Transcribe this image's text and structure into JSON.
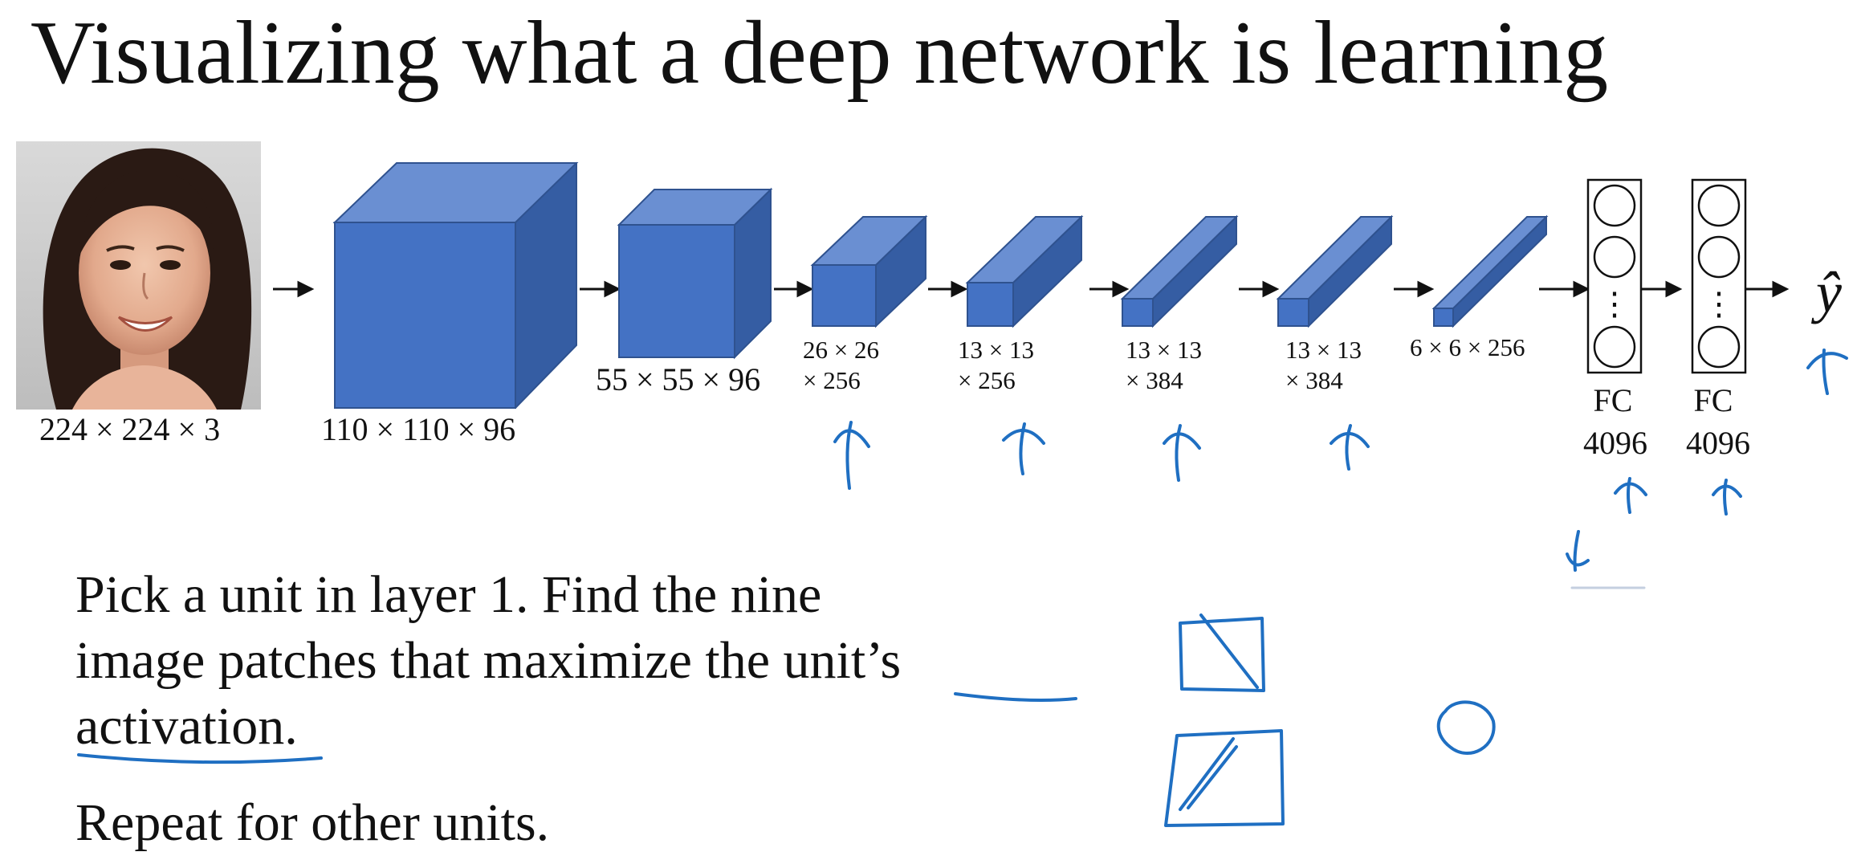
{
  "title": "Visualizing what a deep network is learning",
  "input": {
    "dims": "224 × 224 × 3"
  },
  "layers": [
    {
      "dims_line1": "110 × 110 × 96",
      "dims_line2": ""
    },
    {
      "dims_line1": "55 × 55 × 96",
      "dims_line2": ""
    },
    {
      "dims_line1": "26 × 26",
      "dims_line2": "× 256"
    },
    {
      "dims_line1": "13 × 13",
      "dims_line2": "× 256"
    },
    {
      "dims_line1": "13 × 13",
      "dims_line2": "× 384"
    },
    {
      "dims_line1": "13 × 13",
      "dims_line2": "× 384"
    },
    {
      "dims_line1": "6 × 6 × 256",
      "dims_line2": ""
    }
  ],
  "fc_layers": [
    {
      "label": "FC",
      "size": "4096"
    },
    {
      "label": "FC",
      "size": "4096"
    }
  ],
  "output": {
    "label": "ŷ"
  },
  "fc_dots": "⋮",
  "body": {
    "line1": "Pick a unit in layer 1. Find the nine",
    "line2_pre": "image patches that maximize the ",
    "line2_underlined": "unit’s",
    "line3_underlined": "activation",
    "line3_post": ".",
    "line4": "Repeat for other units."
  },
  "colors": {
    "cube_front": "#4472c4",
    "cube_top": "#6a8fd2",
    "cube_side": "#355da3",
    "cube_edge": "#2f528f",
    "ink": "#1f6fc2"
  }
}
